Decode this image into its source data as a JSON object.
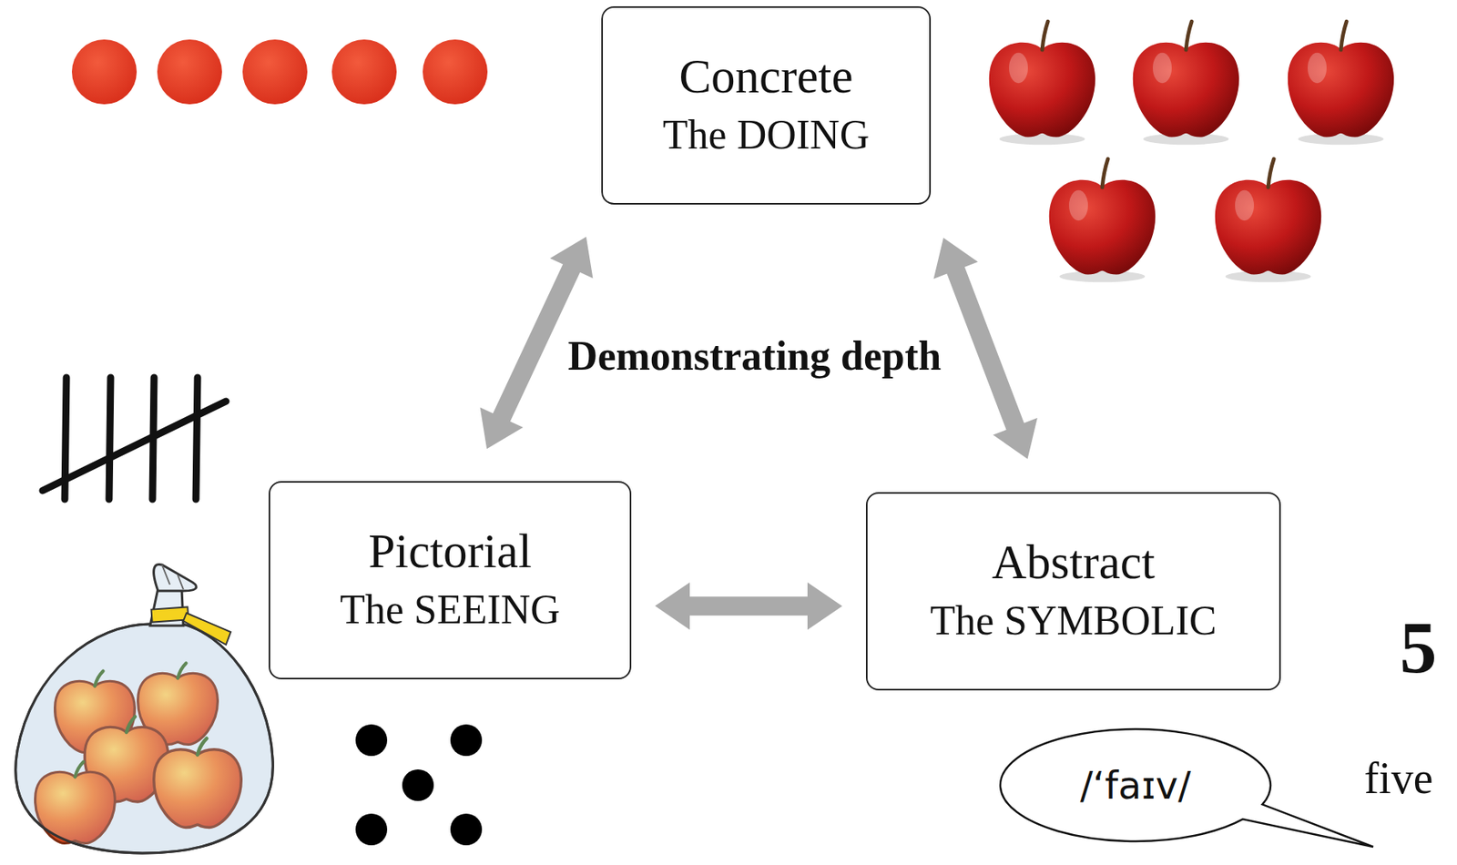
{
  "diagram": {
    "nodes": [
      {
        "text": [
          "Concrete",
          "The DOING"
        ]
      },
      {
        "text": [
          "Pictorial",
          "The SEEING"
        ]
      },
      {
        "text": [
          "Abstract",
          "The SYMBOLIC"
        ]
      },
      {
        "text": [
          "/‘faɪv/"
        ]
      }
    ],
    "edges": [
      {
        "from": 0,
        "to": 1,
        "arrow": "both"
      },
      {
        "from": 0,
        "to": 2,
        "arrow": "both"
      },
      {
        "from": 1,
        "to": 2,
        "arrow": "both"
      }
    ],
    "labels": [
      "Demonstrating depth",
      "5",
      "five"
    ]
  }
}
